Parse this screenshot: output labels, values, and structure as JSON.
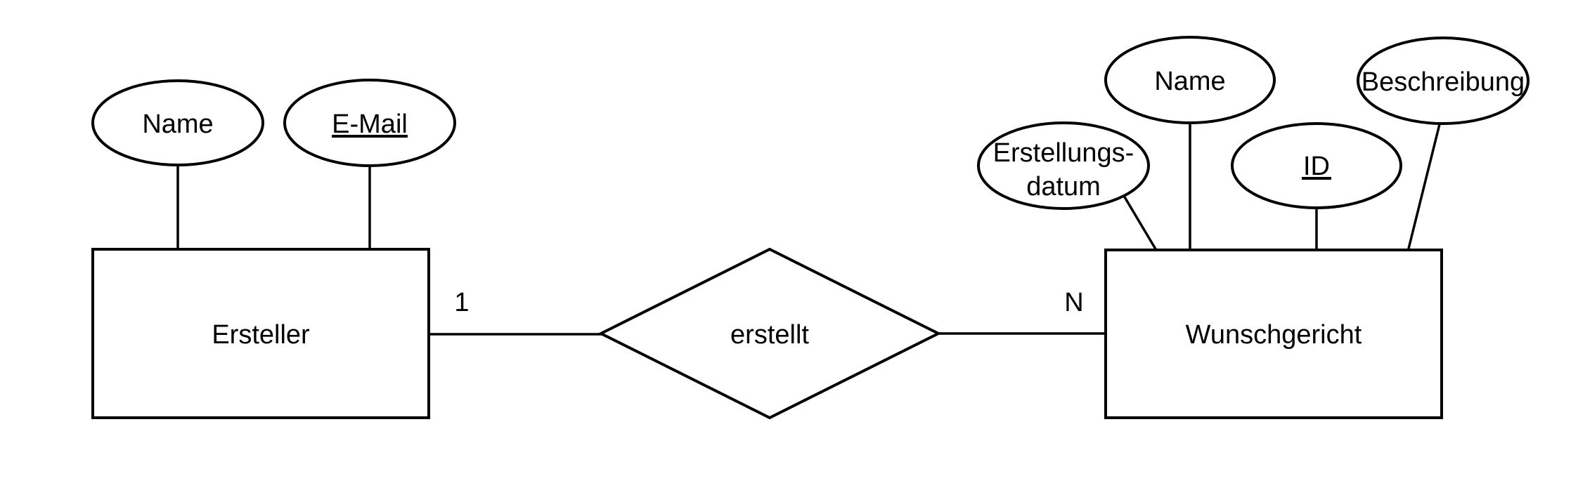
{
  "diagram": {
    "type": "er-diagram",
    "background_color": "#ffffff",
    "line_color": "#000000",
    "text_color": "#000000",
    "entities": [
      {
        "label": "Ersteller",
        "attributes": [
          {
            "label": "Name",
            "is_key": false
          },
          {
            "label": "E-Mail",
            "is_key": true
          }
        ]
      },
      {
        "label": "Wunschgericht",
        "attributes": [
          {
            "label_line1": "Erstellungs-",
            "label_line2": "datum",
            "is_key": false
          },
          {
            "label": "Name",
            "is_key": false
          },
          {
            "label": "ID",
            "is_key": true
          },
          {
            "label": "Beschreibung",
            "is_key": false
          }
        ]
      }
    ],
    "relationships": [
      {
        "label": "erstellt",
        "from_entity": "Ersteller",
        "to_entity": "Wunschgericht",
        "cardinality_left": "1",
        "cardinality_right": "N"
      }
    ]
  }
}
